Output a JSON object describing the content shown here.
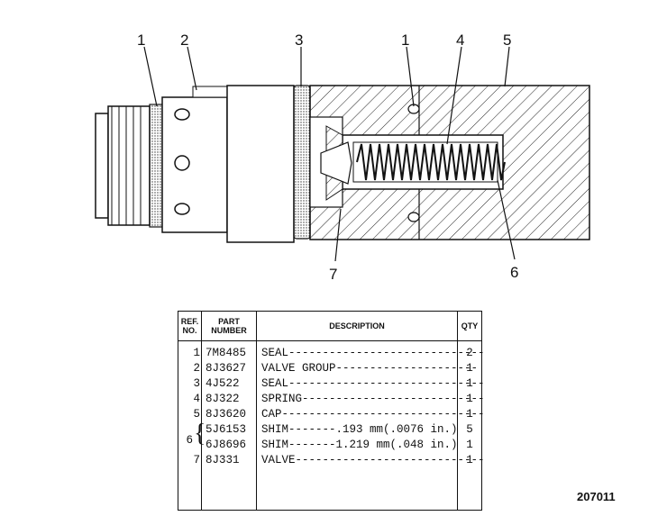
{
  "callouts": [
    "1",
    "2",
    "3",
    "1",
    "4",
    "5",
    "7",
    "6"
  ],
  "table": {
    "headers": {
      "ref": [
        "REF.",
        "NO."
      ],
      "part": [
        "PART",
        "NUMBER"
      ],
      "description": "DESCRIPTION",
      "qty": "QTY"
    },
    "rows": [
      {
        "ref": "1",
        "part": "7M8485",
        "description": "SEAL-----------------------------",
        "qty": "2"
      },
      {
        "ref": "2",
        "part": "8J3627",
        "description": "VALVE GROUP---------------------",
        "qty": "1"
      },
      {
        "ref": "3",
        "part": "4J522",
        "description": "SEAL-----------------------------",
        "qty": "1"
      },
      {
        "ref": "4",
        "part": "8J322",
        "description": "SPRING---------------------------",
        "qty": "1"
      },
      {
        "ref": "5",
        "part": "8J3620",
        "description": "CAP------------------------------",
        "qty": "1"
      },
      {
        "ref": "",
        "part": "5J6153",
        "description": "SHIM-------.193 mm(.0076 in.)",
        "qty": "5"
      },
      {
        "ref": "",
        "part": "6J8696",
        "description": "SHIM-------1.219 mm(.048 in.)",
        "qty": "1"
      },
      {
        "ref": "7",
        "part": "8J331",
        "description": "VALVE----------------------------",
        "qty": "1"
      }
    ],
    "shim_group_ref": "6"
  },
  "figure_number": "207011"
}
